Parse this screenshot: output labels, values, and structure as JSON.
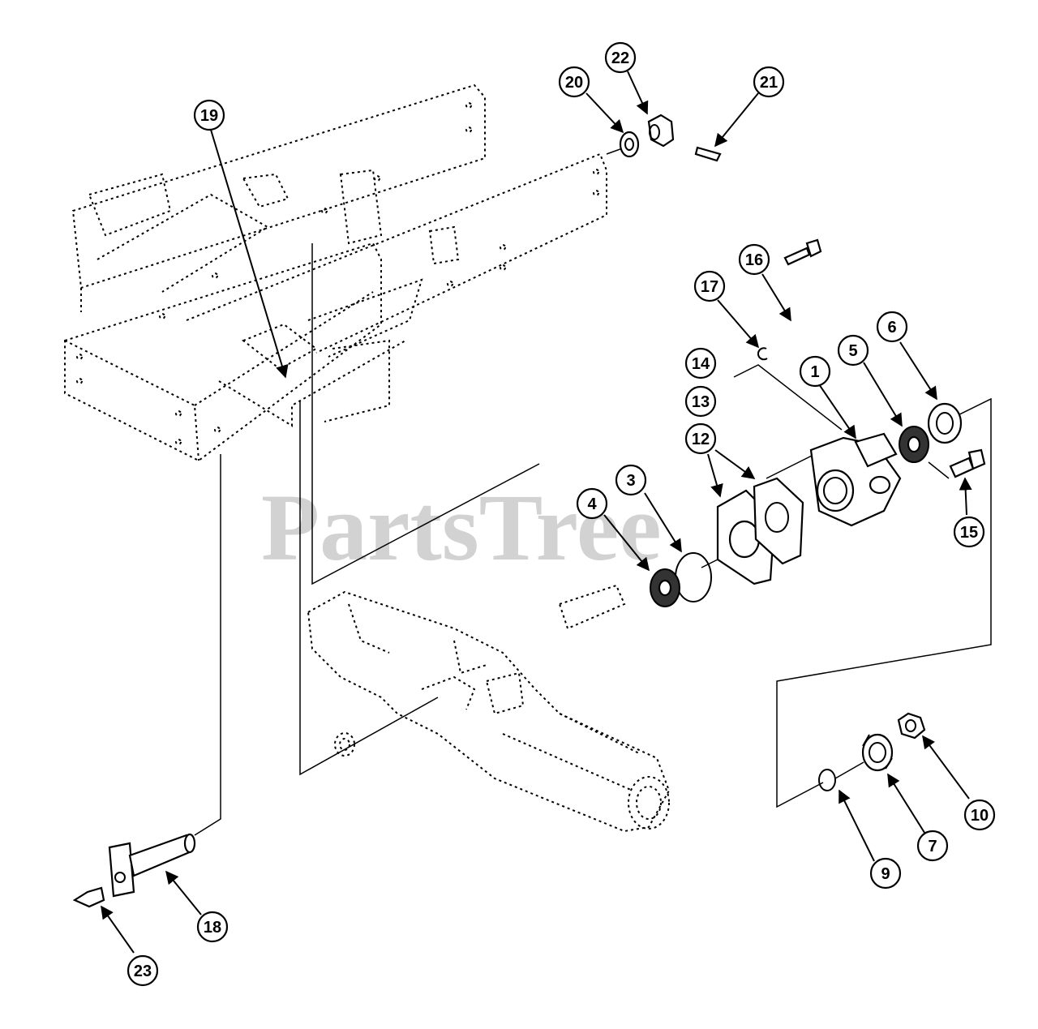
{
  "watermark": "PartsTree",
  "callouts": {
    "c1": "1",
    "c3": "3",
    "c4": "4",
    "c5": "5",
    "c6": "6",
    "c7": "7",
    "c9": "9",
    "c10": "10",
    "c12": "12",
    "c13": "13",
    "c14": "14",
    "c15": "15",
    "c16": "16",
    "c17": "17",
    "c18": "18",
    "c19": "19",
    "c20": "20",
    "c21": "21",
    "c22": "22",
    "c23": "23"
  }
}
